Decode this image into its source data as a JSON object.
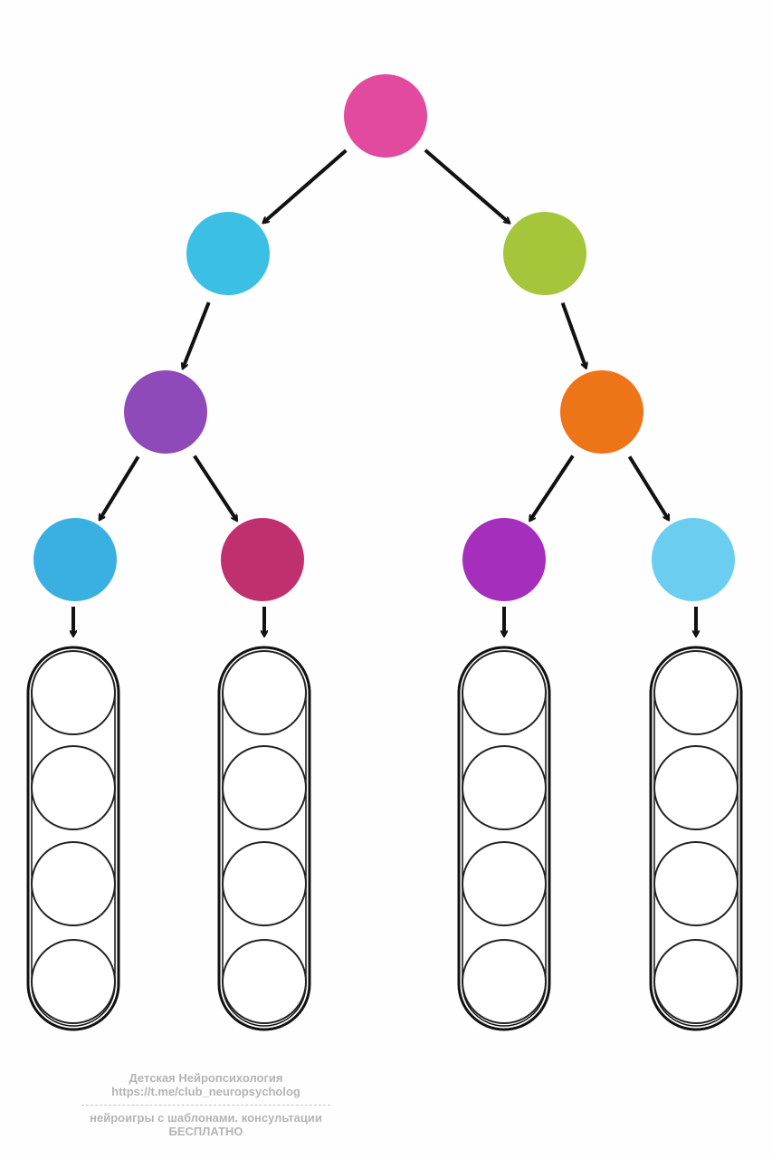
{
  "nodes": [
    {
      "id": "root",
      "color": "#e24aa0"
    },
    {
      "id": "l1-left",
      "color": "#3bbfe4"
    },
    {
      "id": "l1-right",
      "color": "#a5c63b"
    },
    {
      "id": "l2-left",
      "color": "#8e4ab8"
    },
    {
      "id": "l2-right",
      "color": "#ee7418"
    },
    {
      "id": "l3-1",
      "color": "#3ab0e2"
    },
    {
      "id": "l3-2",
      "color": "#c0306e"
    },
    {
      "id": "l3-3",
      "color": "#a52ebc"
    },
    {
      "id": "l3-4",
      "color": "#6bcdef"
    }
  ],
  "edges": [
    [
      "root",
      "l1-left"
    ],
    [
      "root",
      "l1-right"
    ],
    [
      "l1-left",
      "l2-left"
    ],
    [
      "l1-right",
      "l2-right"
    ],
    [
      "l2-left",
      "l3-1"
    ],
    [
      "l2-left",
      "l3-2"
    ],
    [
      "l2-right",
      "l3-3"
    ],
    [
      "l2-right",
      "l3-4"
    ]
  ],
  "slots_per_column": 4,
  "watermark": {
    "line1": "Детская Нейропсихология",
    "line2": "https://t.me/club_neuropsycholog",
    "line3": "нейроигры с шаблонами. консультации",
    "line4": "БЕСПЛАТНО"
  }
}
